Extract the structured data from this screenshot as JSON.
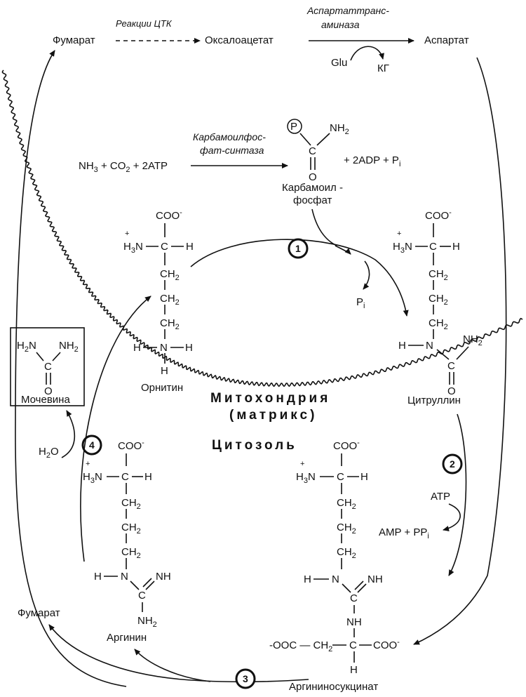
{
  "top": {
    "fumarate": "Фумарат",
    "tca_reactions": "Реакции ЦТК",
    "oxaloacetate": "Оксалоацетат",
    "transaminase_line1": "Аспартаттранс-",
    "transaminase_line2": "аминаза",
    "aspartate": "Аспартат",
    "glu": "Glu",
    "kg": "КГ"
  },
  "carbamoyl": {
    "nh3": "NH",
    "sub3": "3",
    "plus_co": " + CO",
    "sub2": "2",
    "plus_2atp": " + 2ATP",
    "enzyme_line1": "Карбамоилфос-",
    "enzyme_line2": "фат-синтаза",
    "p_circle": "P",
    "nh2": "NH",
    "o": "O",
    "c": "C",
    "products": "+ 2ADP + P",
    "pi_sub": "i",
    "name_line1": "Карбамоил -",
    "name_line2": "фосфат"
  },
  "atoms": {
    "coo": "COO",
    "minus": "-",
    "plus": "+",
    "h3n": "H",
    "h3n_sub": "3",
    "h3n_n": "N",
    "c": "C",
    "h": "H",
    "ch": "CH",
    "ch_sub": "2",
    "n": "N",
    "nh": "NH",
    "nh2": "NH",
    "nh2_sub": "2",
    "o": "O",
    "h2n": "H",
    "h2n_sub": "2",
    "h2n_n": "N"
  },
  "ornithine": {
    "name": "Орнитин"
  },
  "citrulline": {
    "name": "Цитруллин"
  },
  "pi": {
    "p": "P",
    "sub": "i"
  },
  "compartments": {
    "mito_line1": "Митохондрия",
    "mito_line2": "(матрикс)",
    "cytosol": "Цитозоль"
  },
  "urea": {
    "name": "Мочевина"
  },
  "water": {
    "h": "H",
    "sub": "2",
    "o": "O"
  },
  "arginine": {
    "name": "Аргинин"
  },
  "argininosuccinate": {
    "name": "Аргининосукцинат",
    "chain": "-OOC — CH",
    "chain_sub": "2",
    "end": "— COO-"
  },
  "atp_step": {
    "atp": "ATP",
    "amp": "AMP + PP",
    "sub": "i"
  },
  "fumarate_bottom": "Фумарат",
  "steps": [
    "1",
    "2",
    "3",
    "4"
  ]
}
